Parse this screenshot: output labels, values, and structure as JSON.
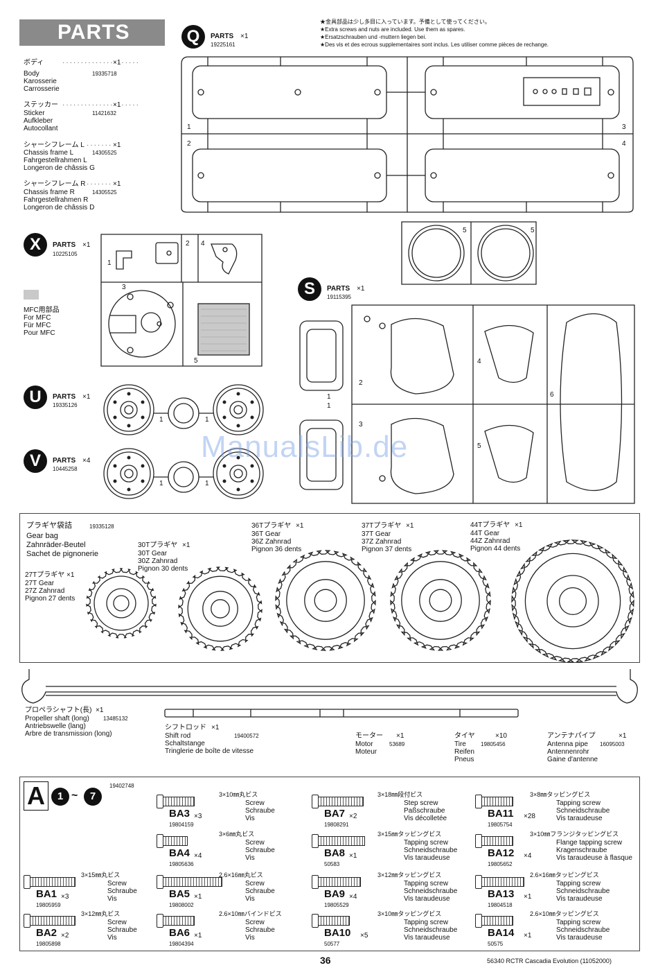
{
  "header": {
    "title": "PARTS"
  },
  "notice": {
    "jp": "★金具部品は少し多目に入っています。予備として使ってください。",
    "en": "★Extra screws and nuts are included. Use them as spares.",
    "de": "★Ersatzschrauben und -muttern liegen bei.",
    "fr": "★Des vis et des ecrous supplementaires sont inclus. Les utiliser comme pièces de rechange."
  },
  "left_parts": [
    {
      "jp": "ボディ",
      "qty": "×1",
      "en": "Body",
      "de": "Karosserie",
      "fr": "Carrosserie",
      "code": "19335718"
    },
    {
      "jp": "ステッカー",
      "qty": "×1",
      "en": "Sticker",
      "de": "Aufkleber",
      "fr": "Autocollant",
      "code": "11421632"
    },
    {
      "jp": "シャーシフレーム L",
      "qty": "×1",
      "en": "Chassis frame L",
      "de": "Fahrgestellrahmen L",
      "fr": "Longeron de châssis G",
      "code": "14305525"
    },
    {
      "jp": "シャーシフレーム R",
      "qty": "×1",
      "en": "Chassis frame R",
      "de": "Fahrgestellrahmen R",
      "fr": "Longeron de châssis D",
      "code": "14305525"
    }
  ],
  "sprues": {
    "Q": {
      "letter": "Q",
      "label": "PARTS",
      "qty": "×1",
      "code": "19225161"
    },
    "X": {
      "letter": "X",
      "label": "PARTS",
      "qty": "×1",
      "code": "10225105"
    },
    "S": {
      "letter": "S",
      "label": "PARTS",
      "qty": "×1",
      "code": "19115395"
    },
    "U": {
      "letter": "U",
      "label": "PARTS",
      "qty": "×1",
      "code": "19335126"
    },
    "V": {
      "letter": "V",
      "label": "PARTS",
      "qty": "×4",
      "code": "10445258"
    }
  },
  "mfc": {
    "jp": "MFC用部品",
    "en": "For MFC",
    "de": "Für MFC",
    "fr": "Pour MFC"
  },
  "part_numbers": {
    "n1": "1",
    "n2": "2",
    "n3": "3",
    "n4": "4",
    "n5": "5",
    "n6": "6"
  },
  "gearbag": {
    "jp": "プラギヤ袋詰",
    "code": "19335128",
    "en": "Gear bag",
    "de": "Zahnräder-Beutel",
    "fr": "Sachet de pignonerie",
    "gears": [
      {
        "jp": "27Tプラギヤ",
        "qty": "×1",
        "en": "27T Gear",
        "de": "27Z Zahnrad",
        "fr": "Pignon 27 dents"
      },
      {
        "jp": "30Tプラギヤ",
        "qty": "×1",
        "en": "30T Gear",
        "de": "30Z Zahnrad",
        "fr": "Pignon 30 dents"
      },
      {
        "jp": "36Tプラギヤ",
        "qty": "×1",
        "en": "36T Gear",
        "de": "36Z Zahnrad",
        "fr": "Pignon 36 dents"
      },
      {
        "jp": "37Tプラギヤ",
        "qty": "×1",
        "en": "37T Gear",
        "de": "37Z Zahnrad",
        "fr": "Pignon 37 dents"
      },
      {
        "jp": "44Tプラギヤ",
        "qty": "×1",
        "en": "44T Gear",
        "de": "44Z Zahnrad",
        "fr": "Pignon 44 dents"
      }
    ]
  },
  "misc": {
    "prop": {
      "jp": "プロペラシャフト(長)",
      "qty": "×1",
      "en": "Propeller shaft (long)",
      "code": "13485132",
      "de": "Antriebswelle (lang)",
      "fr": "Arbre de transmission (long)"
    },
    "shift": {
      "jp": "シフトロッド",
      "qty": "×1",
      "en": "Shift rod",
      "code": "19400572",
      "de": "Schaltstange",
      "fr": "Tringlerie de boîte de vitesse"
    },
    "motor": {
      "jp": "モーター",
      "qty": "×1",
      "en": "Motor",
      "code": "53689",
      "fr": "Moteur"
    },
    "tire": {
      "jp": "タイヤ",
      "qty": "×10",
      "en": "Tire",
      "code": "19805456",
      "de": "Reifen",
      "fr": "Pneus"
    },
    "antenna": {
      "jp": "アンテナパイプ",
      "qty": "×1",
      "en": "Antenna pipe",
      "code": "16095003",
      "de": "Antennenrohr",
      "fr": "Gaine d'antenne"
    }
  },
  "bag": {
    "letter": "A",
    "steps_from": "1",
    "steps_to": "7",
    "tilde": "~",
    "code": "19402748"
  },
  "screws": [
    {
      "id": "BA1",
      "qty": "×3",
      "code": "19805959",
      "spec": "3×15㎜丸ビス",
      "en": "Screw",
      "de": "Schraube",
      "fr": "Vis"
    },
    {
      "id": "BA2",
      "qty": "×2",
      "code": "19805898",
      "spec": "3×12㎜丸ビス",
      "en": "Screw",
      "de": "Schraube",
      "fr": "Vis"
    },
    {
      "id": "BA3",
      "qty": "×3",
      "code": "19804159",
      "spec": "3×10㎜丸ビス",
      "en": "Screw",
      "de": "Schraube",
      "fr": "Vis"
    },
    {
      "id": "BA4",
      "qty": "×4",
      "code": "19805636",
      "spec": "3×6㎜丸ビス",
      "en": "Screw",
      "de": "Schraube",
      "fr": "Vis"
    },
    {
      "id": "BA5",
      "qty": "×1",
      "code": "19808002",
      "spec": "2.6×16㎜丸ビス",
      "en": "Screw",
      "de": "Schraube",
      "fr": "Vis"
    },
    {
      "id": "BA6",
      "qty": "×1",
      "code": "19804394",
      "spec": "2.6×10㎜バインドビス",
      "en": "Screw",
      "de": "Schraube",
      "fr": "Vis"
    },
    {
      "id": "BA7",
      "qty": "×2",
      "code": "19808291",
      "spec": "3×18㎜段付ビス",
      "en": "Step screw",
      "de": "Paßschraube",
      "fr": "Vis décolletée"
    },
    {
      "id": "BA8",
      "qty": "×1",
      "code": "50583",
      "spec": "3×15㎜タッピングビス",
      "en": "Tapping screw",
      "de": "Schneidschraube",
      "fr": "Vis taraudeuse"
    },
    {
      "id": "BA9",
      "qty": "×4",
      "code": "19805529",
      "spec": "3×12㎜タッピングビス",
      "en": "Tapping screw",
      "de": "Schneidschraube",
      "fr": "Vis taraudeuse"
    },
    {
      "id": "BA10",
      "qty": "×5",
      "code": "50577",
      "spec": "3×10㎜タッピングビス",
      "en": "Tapping screw",
      "de": "Schneidschraube",
      "fr": "Vis taraudeuse"
    },
    {
      "id": "BA11",
      "qty": "×28",
      "code": "19805754",
      "spec": "3×8㎜タッピングビス",
      "en": "Tapping screw",
      "de": "Schneidschraube",
      "fr": "Vis taraudeuse"
    },
    {
      "id": "BA12",
      "qty": "×4",
      "code": "19805652",
      "spec": "3×10㎜フランジタッピングビス",
      "en": "Flange tapping screw",
      "de": "Kragenschraube",
      "fr": "Vis taraudeuse à flasque"
    },
    {
      "id": "BA13",
      "qty": "×1",
      "code": "19804518",
      "spec": "2.6×16㎜タッピングビス",
      "en": "Tapping screw",
      "de": "Schneidschraube",
      "fr": "Vis taraudeuse"
    },
    {
      "id": "BA14",
      "qty": "×1",
      "code": "50575",
      "spec": "2.6×10㎜タッピングビス",
      "en": "Tapping screw",
      "de": "Schneidschraube",
      "fr": "Vis taraudeuse"
    }
  ],
  "footer": {
    "page": "36",
    "product": "56340 RCTR Cascadia Evolution (11052000)"
  },
  "watermark": "ManualsLib.de"
}
